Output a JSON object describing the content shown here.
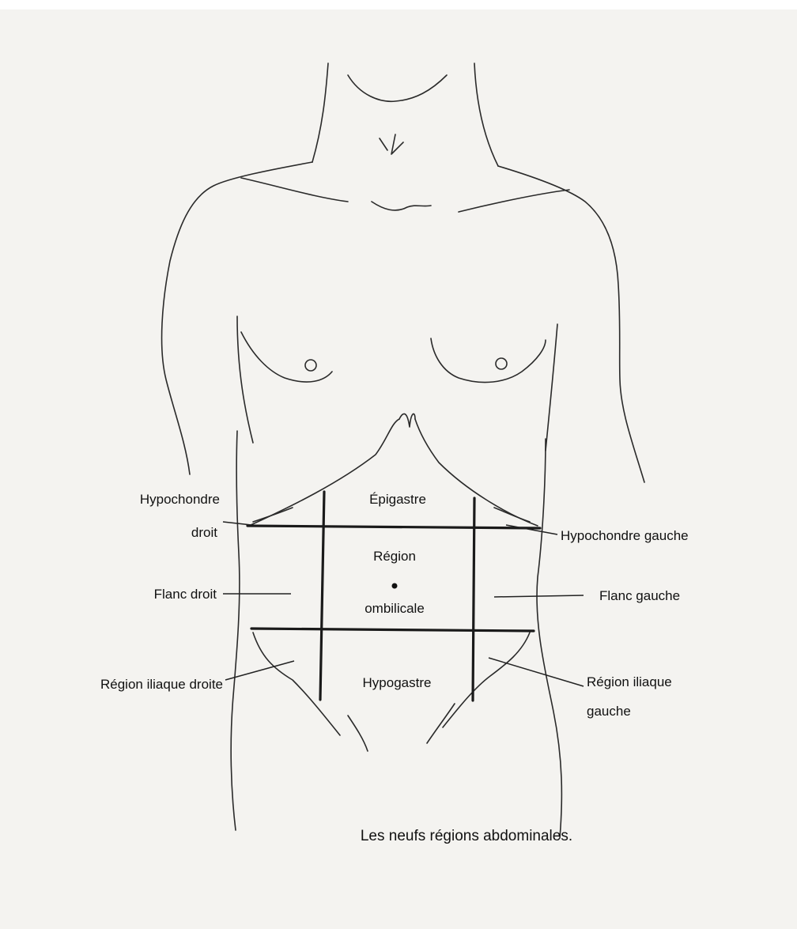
{
  "figure": {
    "caption": "Les neufs régions abdominales.",
    "regions": {
      "epigastre": "Épigastre",
      "region_ombilicale_1": "Région",
      "region_ombilicale_2": "ombilicale",
      "hypogastre": "Hypogastre",
      "hypochondre_droit_1": "Hypochondre",
      "hypochondre_droit_2": "droit",
      "hypochondre_gauche": "Hypochondre gauche",
      "flanc_droit": "Flanc droit",
      "flanc_gauche": "Flanc gauche",
      "iliaque_droite": "Région iliaque droite",
      "iliaque_gauche_1": "Région iliaque",
      "iliaque_gauche_2": "gauche"
    },
    "colors": {
      "background": "#f4f3f0",
      "ink": "#1a1a1a"
    }
  }
}
